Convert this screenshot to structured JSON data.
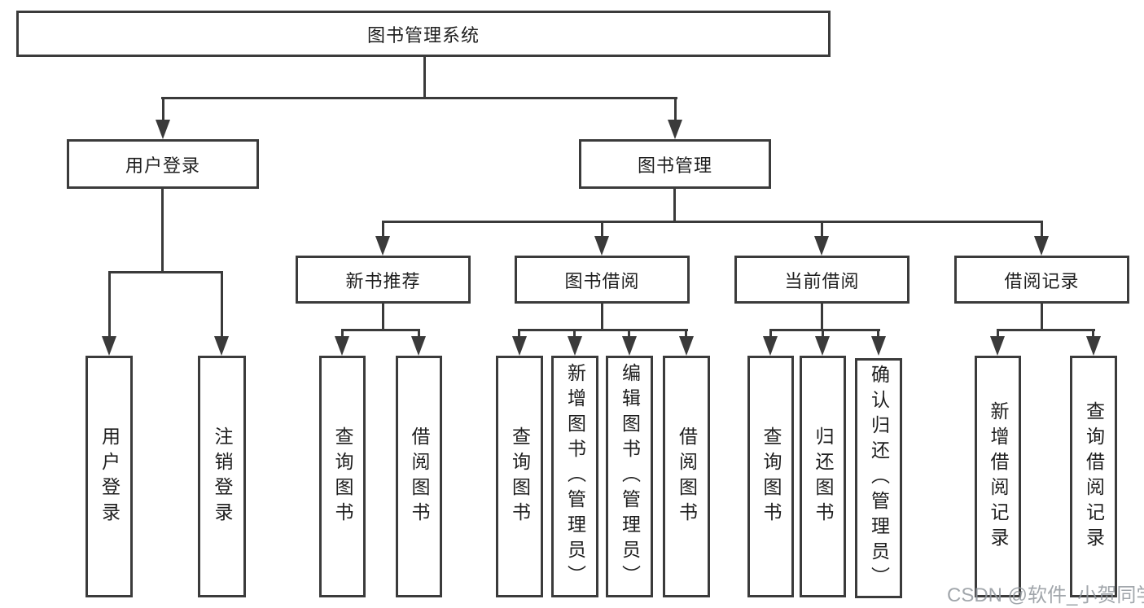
{
  "diagram_title": "图书管理系统",
  "nodes": {
    "root": "图书管理系统",
    "user_login": "用户登录",
    "book_mgmt": "图书管理",
    "ul_login": "用户登录",
    "ul_logout": "注销登录",
    "new_book_rec": "新书推荐",
    "book_borrow": "图书借阅",
    "current_borrow": "当前借阅",
    "borrow_records": "借阅记录",
    "nbr_query": "查询图书",
    "nbr_borrow": "借阅图书",
    "bb_query": "查询图书",
    "bb_add": "新增图书（管理员）",
    "bb_edit": "编辑图书（管理员）",
    "bb_borrow": "借阅图书",
    "cb_query": "查询图书",
    "cb_return": "归还图书",
    "cb_confirm": "确认归还（管理员）",
    "br_add": "新增借阅记录",
    "br_query": "查询借阅记录"
  },
  "hierarchy": {
    "图书管理系统": {
      "用户登录": [
        "用户登录",
        "注销登录"
      ],
      "图书管理": {
        "新书推荐": [
          "查询图书",
          "借阅图书"
        ],
        "图书借阅": [
          "查询图书",
          "新增图书（管理员）",
          "编辑图书（管理员）",
          "借阅图书"
        ],
        "当前借阅": [
          "查询图书",
          "归还图书",
          "确认归还（管理员）"
        ],
        "借阅记录": [
          "新增借阅记录",
          "查询借阅记录"
        ]
      }
    }
  },
  "watermark": "CSDN @软件_小贺同学",
  "colors": {
    "line": "#3a3a3a",
    "border": "#3b3b3b",
    "text": "#1e1e1e",
    "background": "#ffffff",
    "watermark": "#91969c"
  }
}
